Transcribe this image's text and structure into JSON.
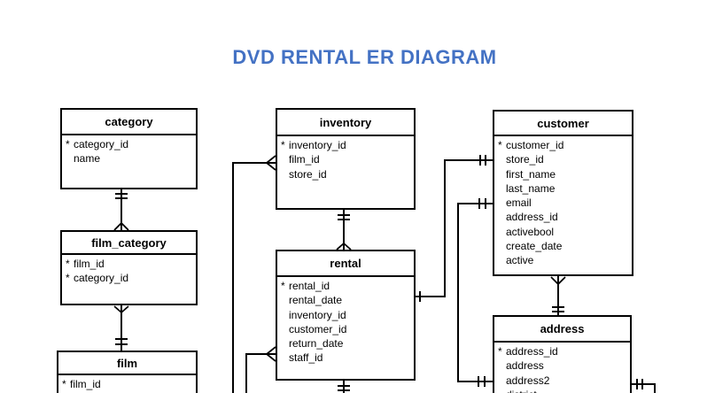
{
  "title": {
    "text": "DVD RENTAL ER DIAGRAM",
    "color": "#4472C4"
  },
  "colors": {
    "background": "#ffffff",
    "entity_fill": "#ffffff",
    "entity_border": "#000000",
    "line": "#000000",
    "text": "#000000"
  },
  "primary_key_marker": "*",
  "entities": {
    "category": {
      "name": "category",
      "fields": [
        {
          "key": true,
          "name": "category_id"
        },
        {
          "key": false,
          "name": "name"
        }
      ]
    },
    "film_category": {
      "name": "film_category",
      "fields": [
        {
          "key": true,
          "name": "film_id"
        },
        {
          "key": true,
          "name": "category_id"
        }
      ]
    },
    "film": {
      "name": "film",
      "fields": [
        {
          "key": true,
          "name": "film_id"
        }
      ]
    },
    "inventory": {
      "name": "inventory",
      "fields": [
        {
          "key": true,
          "name": "inventory_id"
        },
        {
          "key": false,
          "name": "film_id"
        },
        {
          "key": false,
          "name": "store_id"
        }
      ]
    },
    "rental": {
      "name": "rental",
      "fields": [
        {
          "key": true,
          "name": "rental_id"
        },
        {
          "key": false,
          "name": "rental_date"
        },
        {
          "key": false,
          "name": "inventory_id"
        },
        {
          "key": false,
          "name": "customer_id"
        },
        {
          "key": false,
          "name": "return_date"
        },
        {
          "key": false,
          "name": "staff_id"
        }
      ]
    },
    "customer": {
      "name": "customer",
      "fields": [
        {
          "key": true,
          "name": "customer_id"
        },
        {
          "key": false,
          "name": "store_id"
        },
        {
          "key": false,
          "name": "first_name"
        },
        {
          "key": false,
          "name": "last_name"
        },
        {
          "key": false,
          "name": "email"
        },
        {
          "key": false,
          "name": "address_id"
        },
        {
          "key": false,
          "name": "activebool"
        },
        {
          "key": false,
          "name": "create_date"
        },
        {
          "key": false,
          "name": "active"
        }
      ]
    },
    "address": {
      "name": "address",
      "fields": [
        {
          "key": true,
          "name": "address_id"
        },
        {
          "key": false,
          "name": "address"
        },
        {
          "key": false,
          "name": "address2"
        },
        {
          "key": false,
          "name": "district"
        }
      ]
    }
  },
  "relationships": [
    {
      "end_a": {
        "entity": "category",
        "cardinality": "one-and-only-one"
      },
      "end_b": {
        "entity": "film_category",
        "cardinality": "zero-or-many"
      }
    },
    {
      "end_a": {
        "entity": "film_category",
        "cardinality": "zero-or-many"
      },
      "end_b": {
        "entity": "film",
        "cardinality": "one-and-only-one"
      }
    },
    {
      "end_a": {
        "entity": "inventory",
        "cardinality": "one-and-only-one"
      },
      "end_b": {
        "entity": "rental",
        "cardinality": "zero-or-many"
      }
    },
    {
      "end_a": {
        "entity": "inventory",
        "cardinality": "zero-or-many"
      },
      "end_b": {
        "entity": "offscreen-bottom",
        "cardinality": "not-visible"
      }
    },
    {
      "end_a": {
        "entity": "rental",
        "cardinality": "zero-or-many"
      },
      "end_b": {
        "entity": "offscreen-bottom",
        "cardinality": "not-visible"
      }
    },
    {
      "end_a": {
        "entity": "rental",
        "cardinality": "one-or-zero"
      },
      "end_b": {
        "entity": "customer",
        "cardinality": "one-and-only-one"
      }
    },
    {
      "end_a": {
        "entity": "customer",
        "cardinality": "one-and-only-one"
      },
      "end_b": {
        "entity": "address",
        "cardinality": "one-and-only-one"
      }
    },
    {
      "end_a": {
        "entity": "customer",
        "cardinality": "zero-or-many"
      },
      "end_b": {
        "entity": "address",
        "cardinality": "one-and-only-one"
      }
    },
    {
      "end_a": {
        "entity": "rental",
        "cardinality": "one-and-only-one"
      },
      "end_b": {
        "entity": "offscreen-bottom",
        "cardinality": "not-visible"
      }
    },
    {
      "end_a": {
        "entity": "address",
        "cardinality": "one-and-only-one"
      },
      "end_b": {
        "entity": "offscreen-right",
        "cardinality": "not-visible"
      }
    }
  ]
}
